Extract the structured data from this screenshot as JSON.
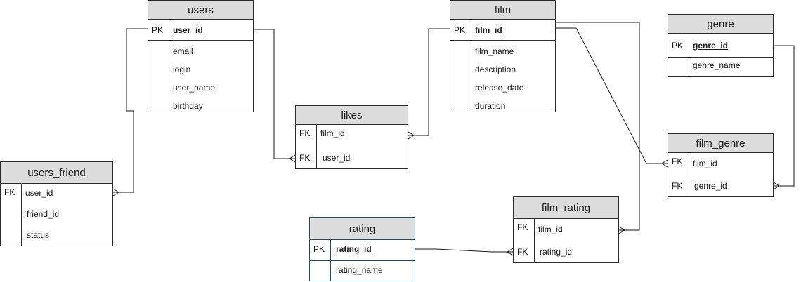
{
  "entities": {
    "users": {
      "title": "users",
      "pk_label": "PK",
      "pk_field": "user_id",
      "fields": [
        "email",
        "login",
        "user_name",
        "birthday"
      ]
    },
    "film": {
      "title": "film",
      "pk_label": "PK",
      "pk_field": "film_id",
      "fields": [
        "film_name",
        "description",
        "release_date",
        "duration"
      ]
    },
    "genre": {
      "title": "genre",
      "pk_label": "PK",
      "pk_field": "genre_id",
      "fields": [
        "genre_name"
      ]
    },
    "likes": {
      "title": "likes",
      "fk_label": "FK",
      "fk_fields": [
        "film_id",
        "user_id"
      ]
    },
    "film_genre": {
      "title": "film_genre",
      "fk_label": "FK",
      "fk_fields": [
        "film_id",
        "genre_id"
      ]
    },
    "users_friend": {
      "title": "users_friend",
      "fk_label": "FK",
      "fields": [
        "user_id",
        "friend_id",
        "status"
      ]
    },
    "film_rating": {
      "title": "film_rating",
      "fk_label": "FK",
      "fk_fields": [
        "film_id",
        "rating_id"
      ]
    },
    "rating": {
      "title": "rating",
      "pk_label": "PK",
      "pk_field": "rating_id",
      "fields": [
        "rating_name"
      ]
    }
  },
  "relationships": [
    {
      "from": "users.user_id",
      "to": "likes.user_id",
      "cardinality": "one-to-many"
    },
    {
      "from": "film.film_id",
      "to": "likes.film_id",
      "cardinality": "one-to-many"
    },
    {
      "from": "users.user_id",
      "to": "users_friend.user_id",
      "cardinality": "one-to-many"
    },
    {
      "from": "film.film_id",
      "to": "film_genre.film_id",
      "cardinality": "one-to-many"
    },
    {
      "from": "genre.genre_id",
      "to": "film_genre.genre_id",
      "cardinality": "one-to-many"
    },
    {
      "from": "film.film_id",
      "to": "film_rating.film_id",
      "cardinality": "one-to-many"
    },
    {
      "from": "rating.rating_id",
      "to": "film_rating.rating_id",
      "cardinality": "one-to-many"
    }
  ],
  "colors": {
    "header": "#dcdcdc",
    "border": "#2a2a2a",
    "rating_border": "#24475e"
  }
}
